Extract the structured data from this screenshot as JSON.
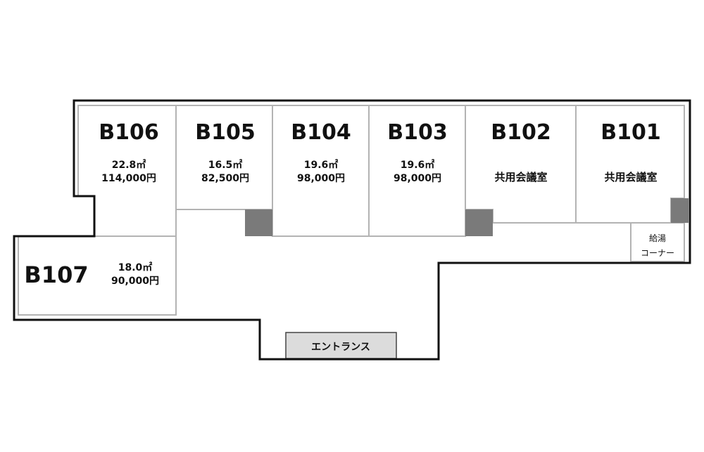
{
  "rooms": [
    {
      "id": "B106",
      "area": "22.8㎡",
      "price": "114,000円"
    },
    {
      "id": "B105",
      "area": "16.5㎡",
      "price": "82,500円"
    },
    {
      "id": "B104",
      "area": "19.6㎡",
      "price": "98,000円"
    },
    {
      "id": "B103",
      "area": "19.6㎡",
      "price": "98,000円"
    },
    {
      "id": "B102",
      "label": "共用会議室"
    },
    {
      "id": "B101",
      "label": "共用会議室"
    },
    {
      "id": "B107",
      "area": "18.0㎡",
      "price": "90,000円"
    }
  ],
  "kitchen": {
    "line1": "給湯",
    "line2": "コーナー"
  },
  "entrance": "エントランス",
  "colors": {
    "wall": "#111111",
    "partition": "#b3b3b3",
    "column": "#7a7a7a",
    "entrance_fill": "#dcdcdc"
  }
}
